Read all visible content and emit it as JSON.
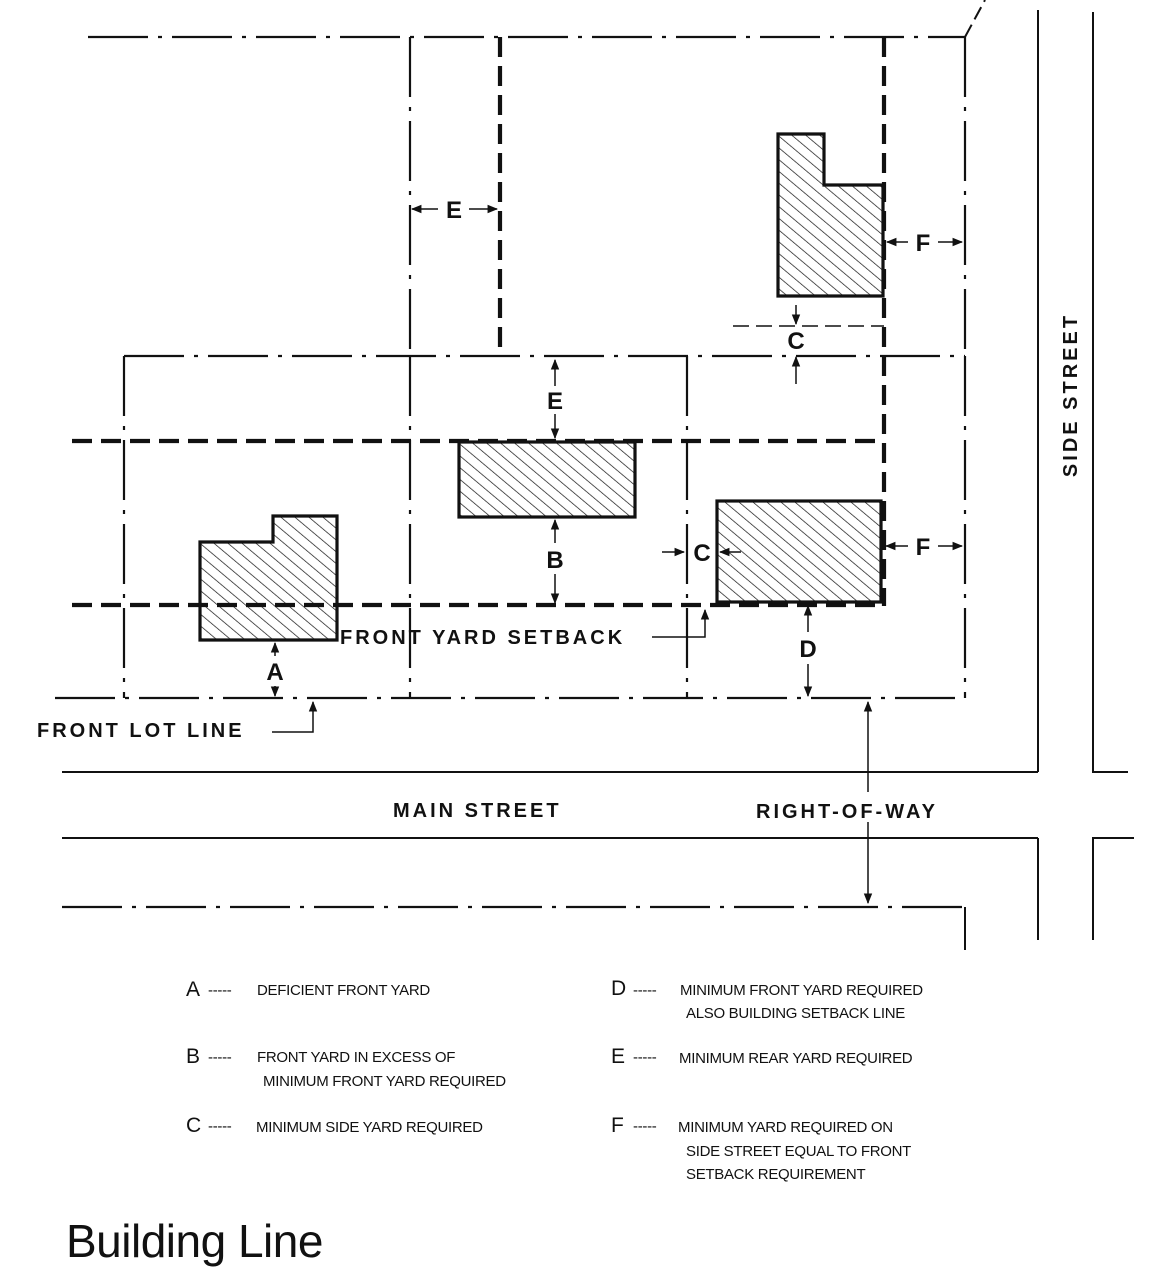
{
  "title": "Building Line",
  "streets": {
    "main": "MAIN STREET",
    "side": "SIDE STREET",
    "right_of_way": "RIGHT-OF-WAY"
  },
  "callouts": {
    "front_yard_setback": "FRONT YARD SETBACK",
    "front_lot_line": "FRONT LOT LINE"
  },
  "dim_letters": {
    "a": "A",
    "b": "B",
    "c": "C",
    "d": "D",
    "e": "E",
    "f": "F"
  },
  "legend": {
    "a": {
      "key": "A",
      "dashes": "-----",
      "lines": [
        "DEFICIENT FRONT YARD"
      ]
    },
    "b": {
      "key": "B",
      "dashes": "-----",
      "lines": [
        "FRONT YARD IN EXCESS OF",
        "MINIMUM FRONT YARD REQUIRED"
      ]
    },
    "c": {
      "key": "C",
      "dashes": "-----",
      "lines": [
        "MINIMUM SIDE YARD REQUIRED"
      ]
    },
    "d": {
      "key": "D",
      "dashes": "-----",
      "lines": [
        "MINIMUM FRONT YARD REQUIRED",
        "ALSO BUILDING SETBACK LINE"
      ]
    },
    "e": {
      "key": "E",
      "dashes": "-----",
      "lines": [
        "MINIMUM REAR YARD REQUIRED"
      ]
    },
    "f": {
      "key": "F",
      "dashes": "-----",
      "lines": [
        "MINIMUM YARD REQUIRED ON",
        "SIDE STREET EQUAL TO FRONT",
        "SETBACK REQUIREMENT"
      ]
    }
  }
}
